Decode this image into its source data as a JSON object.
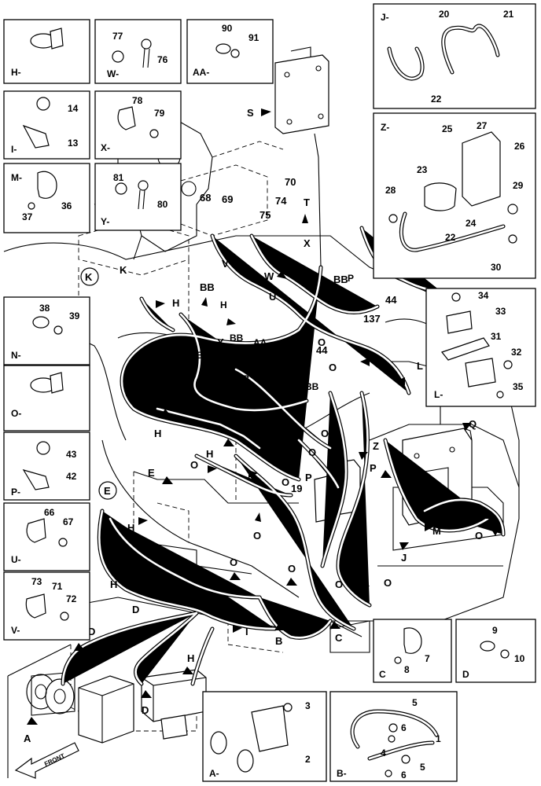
{
  "detail_boxes": [
    {
      "id": "H",
      "label": "H-",
      "parts": []
    },
    {
      "id": "W",
      "label": "W-",
      "parts": [
        "77",
        "76"
      ]
    },
    {
      "id": "AA",
      "label": "AA-",
      "parts": [
        "90",
        "91"
      ]
    },
    {
      "id": "I",
      "label": "I-",
      "parts": [
        "14",
        "13"
      ]
    },
    {
      "id": "X",
      "label": "X-",
      "parts": [
        "78",
        "79"
      ]
    },
    {
      "id": "M",
      "label": "M-",
      "parts": [
        "36",
        "37"
      ]
    },
    {
      "id": "Y",
      "label": "Y-",
      "parts": [
        "81",
        "80"
      ]
    },
    {
      "id": "J",
      "label": "J-",
      "parts": [
        "20",
        "21",
        "22"
      ]
    },
    {
      "id": "Z",
      "label": "Z-",
      "parts": [
        "25",
        "27",
        "26",
        "23",
        "28",
        "29",
        "24",
        "22",
        "30"
      ]
    },
    {
      "id": "N",
      "label": "N-",
      "parts": [
        "38",
        "39"
      ]
    },
    {
      "id": "O",
      "label": "O-",
      "parts": []
    },
    {
      "id": "L",
      "label": "L-",
      "parts": [
        "34",
        "33",
        "31",
        "32",
        "35"
      ]
    },
    {
      "id": "P",
      "label": "P-",
      "parts": [
        "43",
        "42"
      ]
    },
    {
      "id": "U",
      "label": "U-",
      "parts": [
        "66",
        "67"
      ]
    },
    {
      "id": "V",
      "label": "V-",
      "parts": [
        "73",
        "71",
        "72"
      ]
    },
    {
      "id": "C",
      "label": "C",
      "parts": [
        "7",
        "8"
      ]
    },
    {
      "id": "D",
      "label": "D",
      "parts": [
        "9",
        "10"
      ]
    },
    {
      "id": "A",
      "label": "A-",
      "parts": [
        "3",
        "2"
      ]
    },
    {
      "id": "B",
      "label": "B-",
      "parts": [
        "5",
        "6",
        "1",
        "4",
        "5",
        "6"
      ]
    }
  ],
  "main_callouts": {
    "letters": [
      "S",
      "T",
      "X",
      "V",
      "W",
      "U",
      "BB",
      "P",
      "BB",
      "H",
      "K",
      "H",
      "BB",
      "Y",
      "BB",
      "AA",
      "BB",
      "H",
      "BB",
      "BB",
      "BB",
      "BB",
      "BB",
      "O",
      "O",
      "L",
      "H",
      "N",
      "N",
      "H",
      "O",
      "O",
      "O",
      "Z",
      "P",
      "Q",
      "H",
      "O",
      "P",
      "E",
      "H",
      "O",
      "O",
      "M",
      "O",
      "J",
      "O",
      "H",
      "O",
      "O",
      "H",
      "D",
      "I",
      "B",
      "C",
      "D",
      "D",
      "A",
      "H",
      "O"
    ],
    "numbers": [
      "68",
      "69",
      "70",
      "74",
      "75",
      "44",
      "44",
      "44",
      "137",
      "19",
      "1"
    ],
    "circled": [
      "K",
      "E"
    ]
  },
  "front_label": "FRONT"
}
